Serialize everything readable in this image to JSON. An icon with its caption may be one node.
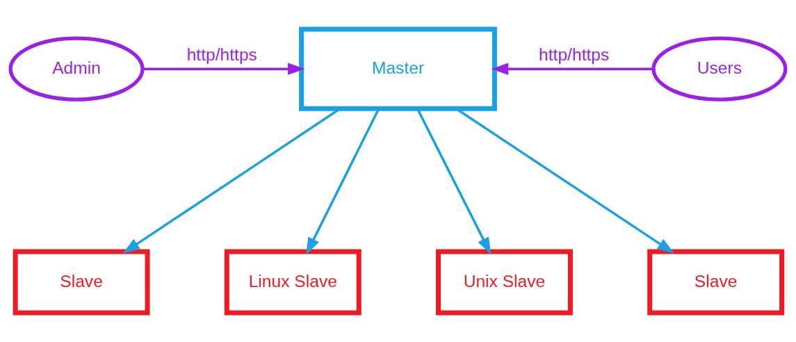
{
  "diagram": {
    "nodes": [
      {
        "text": [
          "Admin"
        ]
      },
      {
        "text": [
          "Master"
        ]
      },
      {
        "text": [
          "Users"
        ]
      },
      {
        "text": [
          "Slave"
        ]
      },
      {
        "text": [
          "Linux Slave"
        ]
      },
      {
        "text": [
          "Unix Slave"
        ]
      },
      {
        "text": [
          "Slave"
        ]
      }
    ],
    "edges": [
      {
        "from": 0,
        "to": 1,
        "arrow": "to",
        "label": "http/https",
        "color": "#9b1fe8"
      },
      {
        "from": 2,
        "to": 1,
        "arrow": "to",
        "label": "http/https",
        "color": "#9b1fe8"
      },
      {
        "from": 1,
        "to": 3,
        "arrow": "to"
      },
      {
        "from": 1,
        "to": 4,
        "arrow": "to"
      },
      {
        "from": 1,
        "to": 5,
        "arrow": "to"
      },
      {
        "from": 1,
        "to": 6,
        "arrow": "to"
      }
    ]
  }
}
